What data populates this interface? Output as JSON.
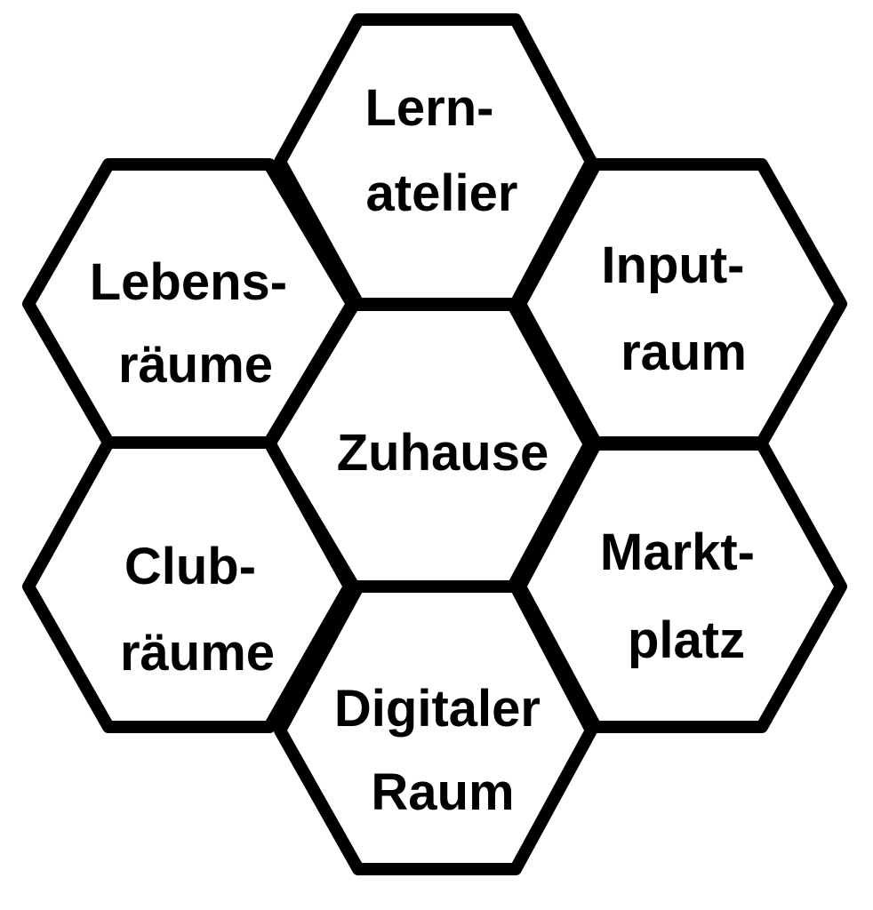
{
  "diagram": {
    "line_color": "#000000",
    "fill_color": "#ffffff",
    "cells": [
      {
        "id": "lernatelier",
        "lines": [
          "Lern-",
          "atelier"
        ]
      },
      {
        "id": "lebensraeume",
        "lines": [
          "Lebens-",
          "räume"
        ]
      },
      {
        "id": "inputraum",
        "lines": [
          "Input-",
          "raum"
        ]
      },
      {
        "id": "zuhause",
        "lines": [
          "Zuhause"
        ]
      },
      {
        "id": "clubraeume",
        "lines": [
          "Club-",
          "räume"
        ]
      },
      {
        "id": "marktplatz",
        "lines": [
          "Markt-",
          "platz"
        ]
      },
      {
        "id": "digitaler-raum",
        "lines": [
          "Digitaler",
          "Raum"
        ]
      }
    ]
  }
}
